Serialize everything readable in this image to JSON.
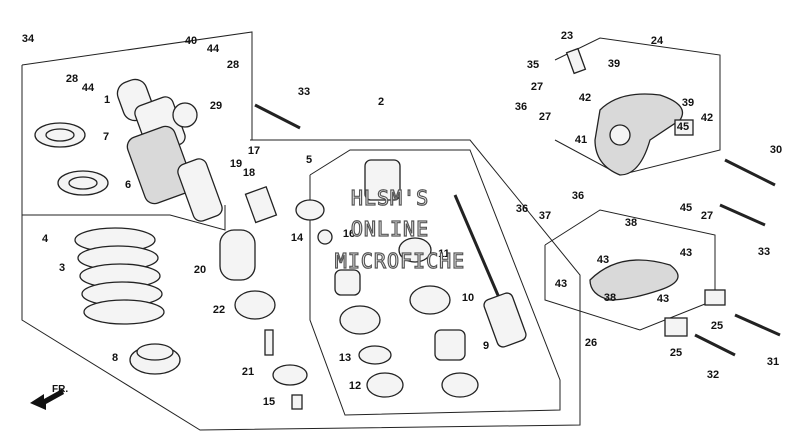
{
  "diagram": {
    "callouts": [
      "1",
      "2",
      "3",
      "4",
      "5",
      "6",
      "7",
      "8",
      "9",
      "10",
      "11",
      "12",
      "13",
      "14",
      "15",
      "16",
      "17",
      "18",
      "19",
      "20",
      "21",
      "22",
      "23",
      "24",
      "25",
      "26",
      "27",
      "28",
      "29",
      "30",
      "31",
      "32",
      "33",
      "34",
      "35",
      "36",
      "37",
      "38",
      "39",
      "40",
      "41",
      "42",
      "43",
      "44",
      "45"
    ],
    "watermark": [
      "HLSM'S",
      "ONLINE",
      "MICROFICHE"
    ],
    "direction_label": "FR."
  }
}
